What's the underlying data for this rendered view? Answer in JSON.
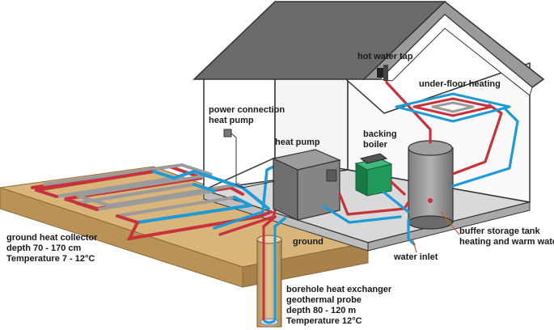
{
  "labels": {
    "hot_water_tap": "hot water tap",
    "under_floor_heating": "under-floor heating",
    "power_connection": [
      "power connection",
      "heat pump"
    ],
    "heat_pump": "heat pump",
    "backing_boiler": [
      "backing",
      "boiler"
    ],
    "buffer_storage": [
      "buffer storage tank",
      "heating and warm water"
    ],
    "water_inlet": "water inlet",
    "ground": "ground",
    "ground_collector": [
      "ground heat collector",
      "depth 70 - 170 cm",
      "Temperature 7 - 12°C"
    ],
    "borehole": [
      "borehole heat exchanger",
      "geothermal probe",
      "depth 80 - 120 m",
      "Temperature 12°C"
    ]
  },
  "colors": {
    "hot_pipe": "#c8323a",
    "cold_pipe": "#1e9ad6",
    "roof": "#6b6b6b",
    "earth": "#c7a36a",
    "boiler": "#1f9a5a"
  }
}
